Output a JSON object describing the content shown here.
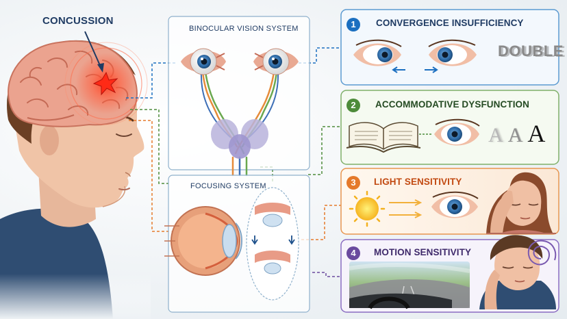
{
  "labels": {
    "concussion": "CONCUSSION",
    "binocular": "BINOCULAR VISION SYSTEM",
    "focusing": "FOCUSING SYSTEM"
  },
  "cards": [
    {
      "number": "1",
      "title": "CONVERGENCE INSUFFICIENCY",
      "text": "DOUBLE",
      "color": "#1b6fc0"
    },
    {
      "number": "2",
      "title": "ACCOMMODATIVE DYSFUNCTION",
      "letters": [
        "A",
        "A",
        "A"
      ],
      "color": "#4d8b3a"
    },
    {
      "number": "3",
      "title": "LIGHT SENSITIVITY",
      "color": "#e57a2b"
    },
    {
      "number": "4",
      "title": "MOTION SENSITIVITY",
      "color": "#6a4a9e"
    }
  ],
  "colors": {
    "navy": "#1f3b63",
    "brain": "#e9a08c",
    "pain": "#e23b2b"
  },
  "icons": [
    "brain-icon",
    "eye-icon",
    "book-icon",
    "sun-icon",
    "spiral-icon",
    "steering-wheel-icon"
  ]
}
